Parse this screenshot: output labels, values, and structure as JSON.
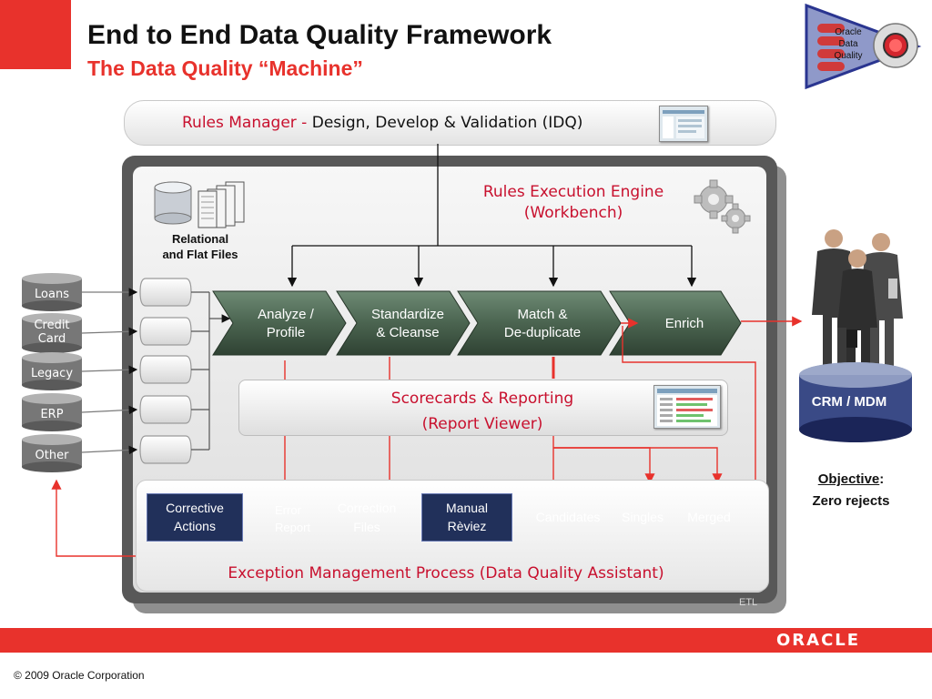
{
  "header": {
    "title": "End to End Data Quality Framework",
    "subtitle": "The Data Quality “Machine”"
  },
  "logo": {
    "line1": "Oracle",
    "line2": "Data",
    "line3": "Quality"
  },
  "rules_manager": {
    "label_red": "Rules Manager - ",
    "label_black": "Design, Develop & Validation (IDQ)"
  },
  "engine": {
    "title_line1": "Rules Execution Engine",
    "title_line2": "(Workbench)",
    "relational_line1": "Relational",
    "relational_line2": "and Flat Files",
    "etl": "ETL"
  },
  "sources": [
    {
      "label": "Loans"
    },
    {
      "label": "Credit\nCard"
    },
    {
      "label": "Legacy"
    },
    {
      "label": "ERP"
    },
    {
      "label": "Other"
    }
  ],
  "steps": [
    {
      "line1": "Analyze /",
      "line2": "Profile"
    },
    {
      "line1": "Standardize",
      "line2": "& Cleanse"
    },
    {
      "line1": "Match &",
      "line2": "De-duplicate"
    },
    {
      "line1": "Enrich",
      "line2": ""
    }
  ],
  "scorecards": {
    "line1": "Scorecards & Reporting",
    "line2": "(Report Viewer)"
  },
  "exception": {
    "title": "Exception Management Process (Data Quality Assistant)",
    "corrective_line1": "Corrective",
    "corrective_line2": "Actions",
    "error_line1": "Error",
    "error_line2": "Report",
    "correction_line1": "Correction",
    "correction_line2": "Files",
    "manual_line1": "Manual",
    "manual_line2": "Rèviez",
    "candidates": "Candidates",
    "singles": "Singles",
    "merged": "Merged"
  },
  "target": {
    "label": "CRM / MDM",
    "objective": "Objective",
    "colon": ":",
    "objective_text": "Zero rejects"
  },
  "footer": {
    "oracle": "ORACLE",
    "copyright": "© 2009 Oracle Corporation"
  },
  "colors": {
    "accent_red": "#e8322c",
    "text_red": "#c8102e",
    "chevron_green": "#4b6450",
    "navy": "#21305a"
  }
}
